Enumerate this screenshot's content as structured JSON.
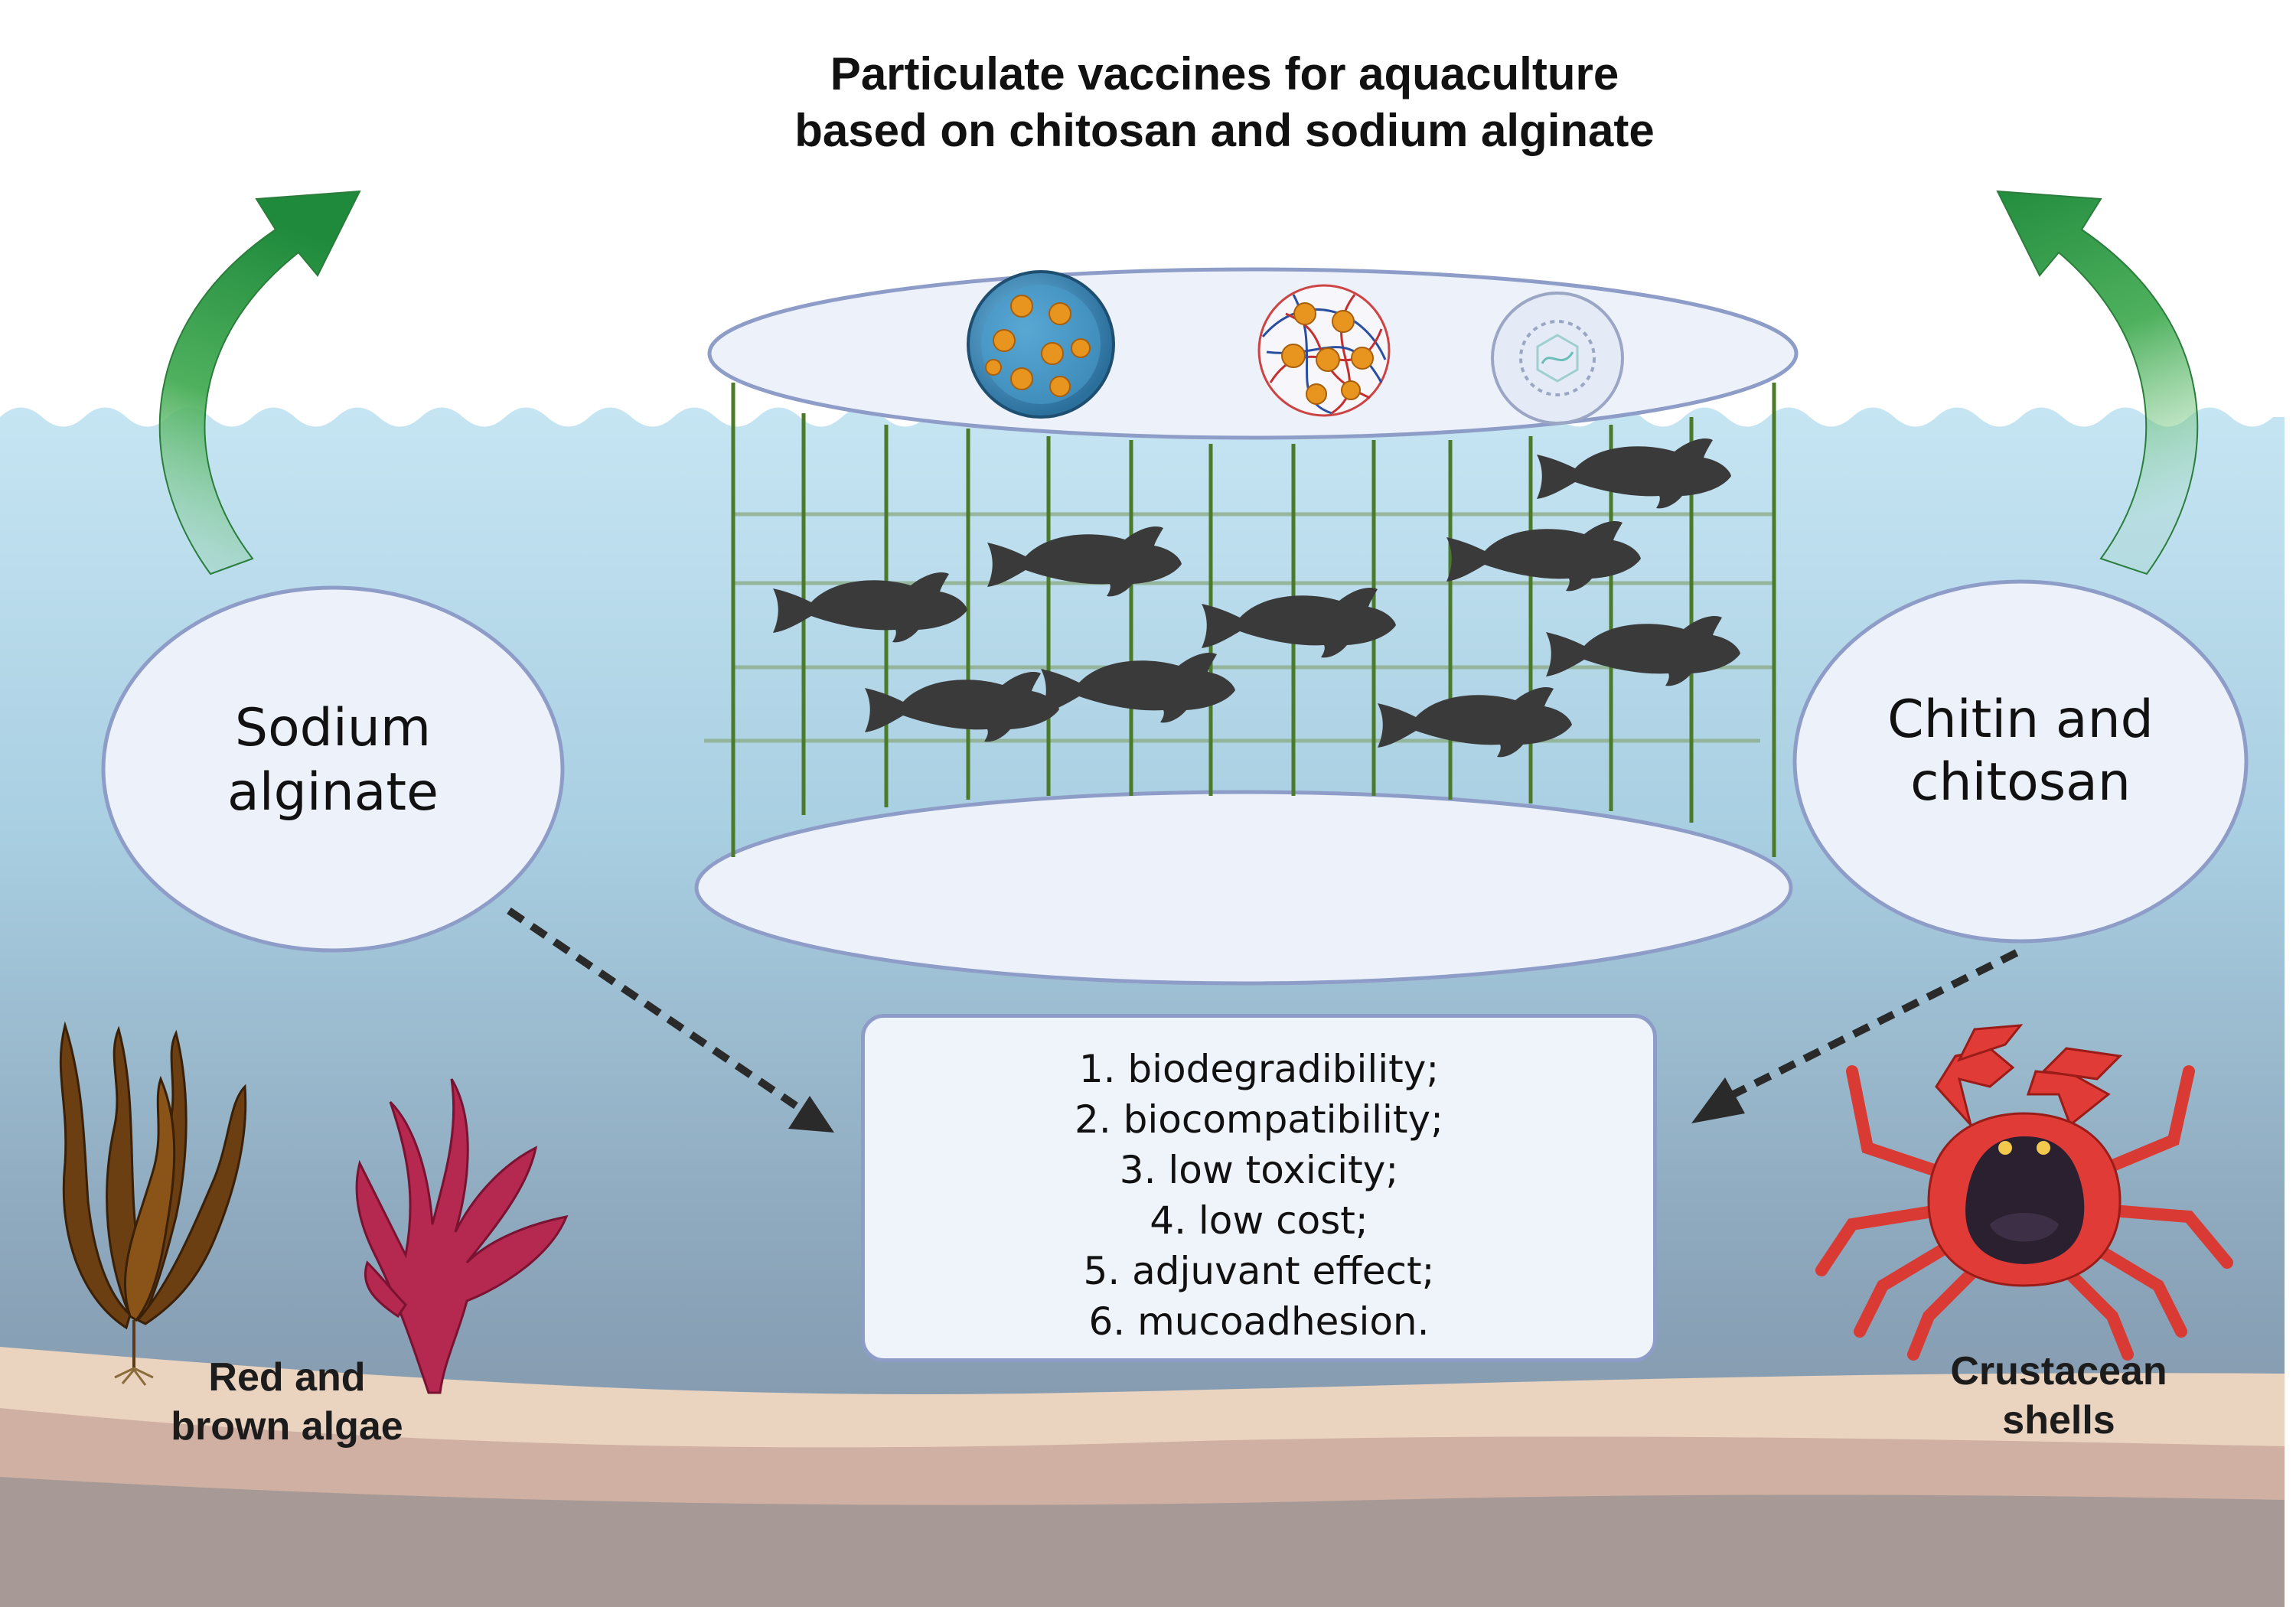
{
  "title": {
    "line1": "Particulate vaccines for aquaculture",
    "line2": "based on chitosan and  sodium alginate"
  },
  "left_source": {
    "label_line1": "Sodium",
    "label_line2": "alginate",
    "caption_line1": "Red and",
    "caption_line2": "brown algae"
  },
  "right_source": {
    "label_line1": "Chitin and",
    "label_line2": "chitosan",
    "caption_line1": "Crustacean",
    "caption_line2": "shells"
  },
  "properties": [
    "1.  biodegradibility;",
    "2.  biocompatibility;",
    "3.  low toxicity;",
    "4.  low cost;",
    "5.  adjuvant effect;",
    "6.  mucoadhesion."
  ],
  "icons": {
    "left_arrow": "curved-arrow-up-icon",
    "right_arrow": "curved-arrow-up-icon",
    "particle_1": "loaded-microsphere-icon",
    "particle_2": "polymer-network-particle-icon",
    "particle_3": "virus-icon",
    "fish": "fish-icon",
    "kelp": "brown-kelp-icon",
    "red_algae": "red-algae-icon",
    "crab": "crab-icon"
  },
  "colors": {
    "water_top": "#c4e3f1",
    "water_bottom": "#7d8fa3",
    "sand": "#ead3bf",
    "ellipse_fill": "#ecf1fa",
    "ellipse_stroke": "#8e9dc8",
    "arrow_green": "#1f8a3c",
    "net_green": "#4a7a2a",
    "fish": "#3a3a3a",
    "crab_red": "#e03b36",
    "red_algae": "#b5284f",
    "kelp_brown": "#6b3f12"
  }
}
